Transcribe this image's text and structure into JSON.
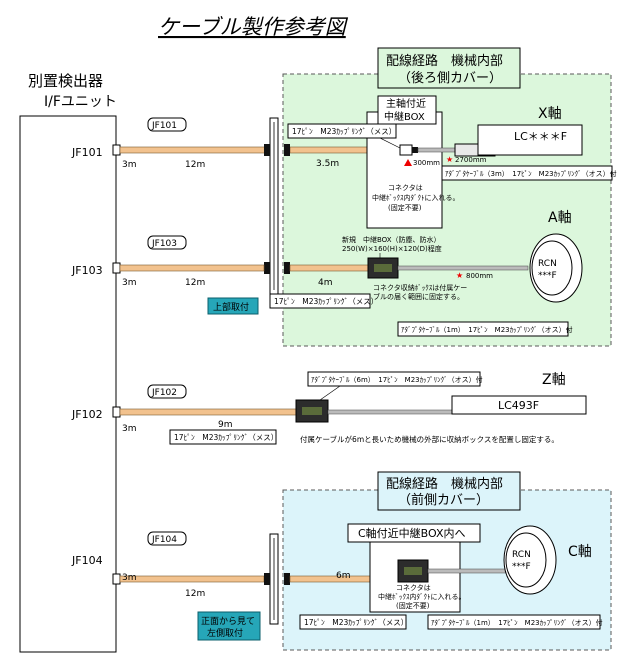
{
  "title": "ケーブル製作参考図",
  "left_unit": {
    "line1": "別置検出器",
    "line2": "I/Fユニット"
  },
  "jf_labels": [
    "JF101",
    "JF103",
    "JF102",
    "JF104"
  ],
  "jf_tags": [
    "JF101",
    "JF103",
    "JF102",
    "JF104"
  ],
  "lengths": {
    "stub_3m": "3m",
    "jf101_main": "12m",
    "jf101_inner": "3.5m",
    "jf103_main": "12m",
    "jf103_inner": "4m",
    "jf102_main": "9m",
    "jf104_main": "12m",
    "jf104_inner": "6m",
    "dist_300": "300mm",
    "dist_2700": "2700mm",
    "dist_800": "800mm"
  },
  "rear_box": {
    "title_line1": "配線経路　機械内部",
    "title_line2": "（後ろ側カバー）"
  },
  "front_box": {
    "title_line1": "配線経路　機械内部",
    "title_line2": "（前側カバー）"
  },
  "relay_box": {
    "title_line1": "主軸付近",
    "title_line2": "中継BOX"
  },
  "relay_note": {
    "line1": "コネクタは",
    "line2": "中継ﾎﾞｯｸｽ内ﾀﾞｸﾄに入れる。",
    "line3": "(固定不要)"
  },
  "axes": {
    "x": "X軸",
    "a": "A軸",
    "z": "Z軸",
    "c": "C軸"
  },
  "motor_labels": {
    "x": "LC＊＊＊F",
    "a_line1": "RCN",
    "a_line2": "***F",
    "z": "LC493F",
    "c_line1": "RCN",
    "c_line2": "***F"
  },
  "cable_labels": {
    "x_female": "17ﾋﾟﾝ　M23ｶｯﾌﾟﾘﾝｸﾞ（メス）",
    "x_adapter": "ｱﾀﾞﾌﾟﾀｹｰﾌﾞﾙ（3m）　17ﾋﾟﾝ　M23ｶｯﾌﾟﾘﾝｸﾞ（オス）付",
    "a_female": "17ﾋﾟﾝ　M23ｶｯﾌﾟﾘﾝｸﾞ（メス）",
    "a_adapter": "ｱﾀﾞﾌﾟﾀｹｰﾌﾞﾙ（1m）　17ﾋﾟﾝ　M23ｶｯﾌﾟﾘﾝｸﾞ（オス）付",
    "z_adapter": "ｱﾀﾞﾌﾟﾀｹｰﾌﾞﾙ（6m）　17ﾋﾟﾝ　M23ｶｯﾌﾟﾘﾝｸﾞ（オス）付",
    "z_female": "17ﾋﾟﾝ　M23ｶｯﾌﾟﾘﾝｸﾞ（メス）",
    "c_female": "17ﾋﾟﾝ　M23ｶｯﾌﾟﾘﾝｸﾞ（メス）",
    "c_adapter": "ｱﾀﾞﾌﾟﾀｹｰﾌﾞﾙ（1m）　17ﾋﾟﾝ　M23ｶｯﾌﾟﾘﾝｸﾞ（オス）付"
  },
  "a_box_note": {
    "line1": "新規　中継BOX（防塵、防水）",
    "line2": "250(W)×160(H)×120(D)程度"
  },
  "a_cable_note": {
    "line1": "コネクタ収納ﾎﾞｯｸｽは付属ケー",
    "line2": "ブルの届く範囲に固定する。"
  },
  "z_note": "付属ケーブルが6mと長いため機械の外部に収納ボックスを配置し固定する。",
  "c_box_title": "C軸付近中継BOX内へ",
  "c_note": {
    "line1": "コネクタは",
    "line2": "中継ﾎﾞｯｸｽ内ﾀﾞｸﾄに入れる。",
    "line3": "(固定不要)"
  },
  "mount_top": "上部取付",
  "mount_front": {
    "line1": "正面から見て",
    "line2": "左側取付"
  },
  "colors": {
    "green_zone": "#dcf7dc",
    "blue_zone": "#dcf4fa",
    "cable_tan": "#f2c28e",
    "callout_teal": "#26a6b8",
    "bracket": "#1a1a1a"
  }
}
